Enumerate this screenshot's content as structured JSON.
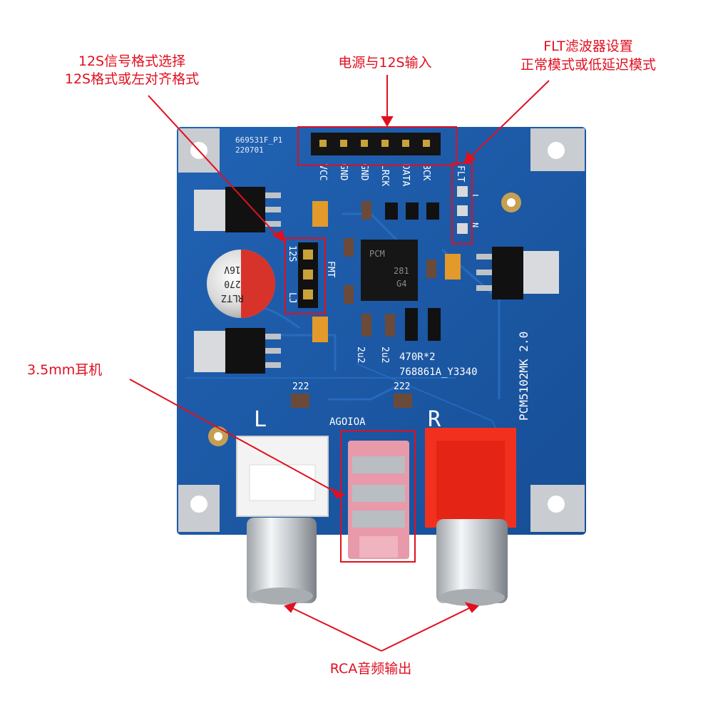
{
  "annotations": {
    "i2s_select_line1": "12S信号格式选择",
    "i2s_select_line2": "12S格式或左对齐格式",
    "power_i2s_input": "电源与12S输入",
    "flt_line1": "FLT滤波器设置",
    "flt_line2": "正常模式或低延迟模式",
    "headphone": "3.5mm耳机",
    "rca_output": "RCA音频输出"
  },
  "silkscreen": {
    "board_code": "669531F_P1",
    "date_code": "220701",
    "header_pins": [
      "VCC",
      "GND",
      "GND",
      "LRCK",
      "DATA",
      "BCK"
    ],
    "flt": "FLT",
    "flt_l": "L",
    "flt_n": "N",
    "fmt": "FMT",
    "i2s": "12S",
    "lj": "LJ",
    "cap_top": "16V",
    "cap_mid": "270",
    "cap_bot": "RLTZ",
    "ic_top": "PCM",
    "ic_mid": "281",
    "ic_bot": "G4",
    "model": "PCM5102MK 2.0",
    "res_note": "470R*2",
    "serial": "768861A_Y3340",
    "cap_2u2_a": "2u2",
    "cap_2u2_b": "2u2",
    "cap_222_a": "222",
    "cap_222_b": "222",
    "agnd": "AGOIOA",
    "left": "L",
    "right": "R"
  },
  "colors": {
    "pcb": "#1c58a6",
    "annotation_red": "#e10f1f",
    "rca_red": "#f2301e",
    "rca_white": "#f3f3f3",
    "jack_pink": "#e89aaa"
  }
}
